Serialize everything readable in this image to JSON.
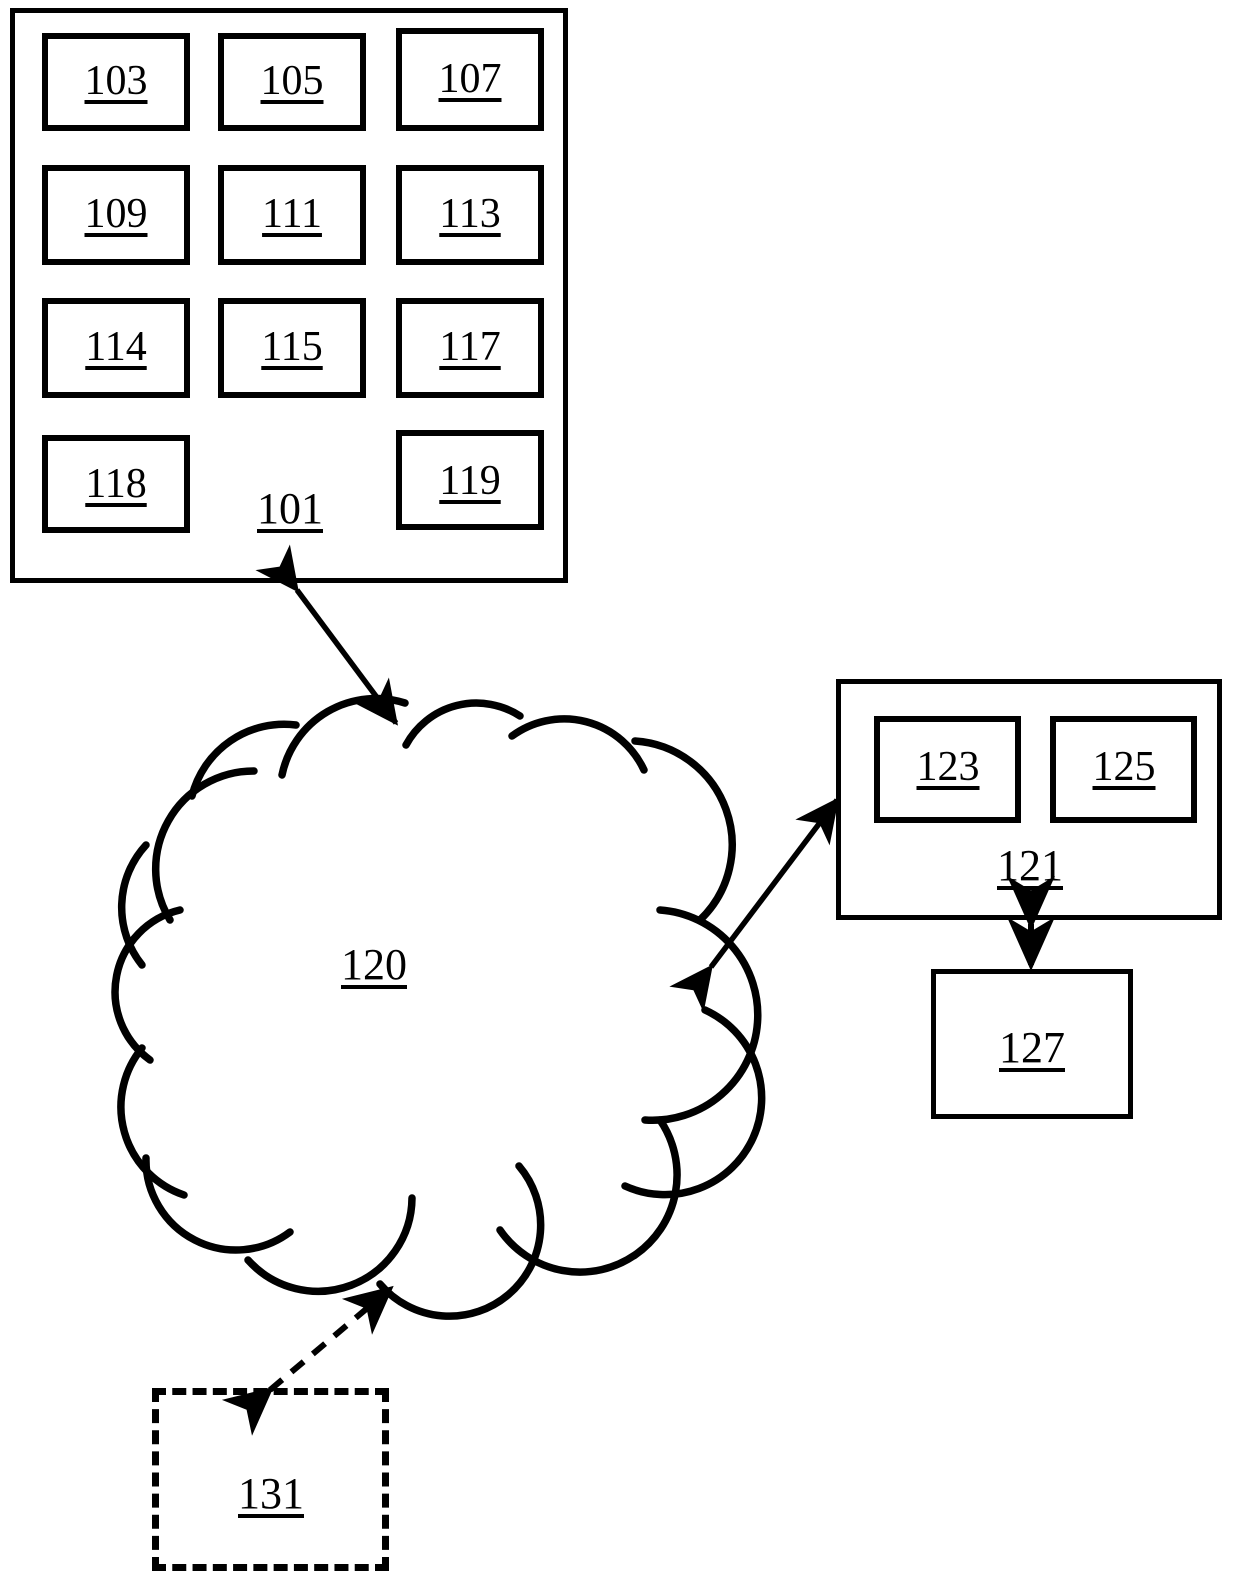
{
  "figure": {
    "type": "patent-system-block-diagram",
    "background_color": "#ffffff",
    "stroke_color": "#000000"
  },
  "device_block": {
    "label": "101",
    "components": [
      {
        "label": "103"
      },
      {
        "label": "105"
      },
      {
        "label": "107"
      },
      {
        "label": "109"
      },
      {
        "label": "111"
      },
      {
        "label": "113"
      },
      {
        "label": "114"
      },
      {
        "label": "115"
      },
      {
        "label": "117"
      },
      {
        "label": "118"
      },
      {
        "label": "119"
      }
    ]
  },
  "network_cloud": {
    "label": "120"
  },
  "server_block": {
    "label": "121",
    "components": [
      {
        "label": "123"
      },
      {
        "label": "125"
      }
    ]
  },
  "storage_block": {
    "label": "127"
  },
  "optional_block": {
    "label": "131",
    "border_style": "dashed"
  },
  "connectors": [
    {
      "name": "device-to-cloud",
      "from": "101",
      "to": "120",
      "style": "solid",
      "arrows": "both"
    },
    {
      "name": "cloud-to-server",
      "from": "120",
      "to": "121",
      "style": "solid",
      "arrows": "both"
    },
    {
      "name": "server-to-storage",
      "from": "121",
      "to": "127",
      "style": "solid",
      "arrows": "both"
    },
    {
      "name": "optional-to-cloud",
      "from": "131",
      "to": "120",
      "style": "dashed",
      "arrows": "both"
    }
  ]
}
